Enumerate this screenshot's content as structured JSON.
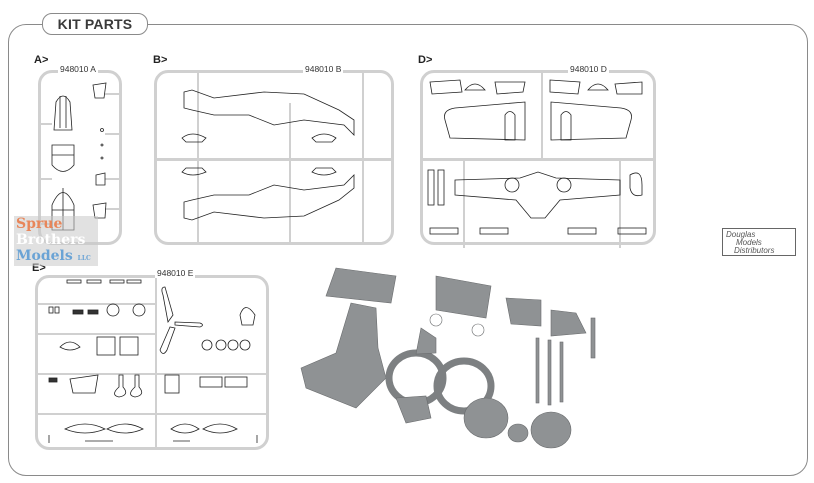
{
  "header": {
    "title": "KIT PARTS"
  },
  "sections": [
    {
      "label": "A>",
      "sprue_code": "948010 A"
    },
    {
      "label": "B>",
      "sprue_code": "948010 B"
    },
    {
      "label": "D>",
      "sprue_code": "948010 D"
    },
    {
      "label": "E>",
      "sprue_code": "948010 E"
    }
  ],
  "watermark": {
    "line1": "Sprue",
    "line2": "Brothers",
    "line3": "Models",
    "suffix": "LLC"
  },
  "distributor": {
    "line1": "Douglas",
    "line2": "Models",
    "line3": "Distributors"
  },
  "resin_parts": {
    "description": "Grey resin/3D-printed cockpit and undercarriage parts",
    "color": "#8f9294"
  }
}
